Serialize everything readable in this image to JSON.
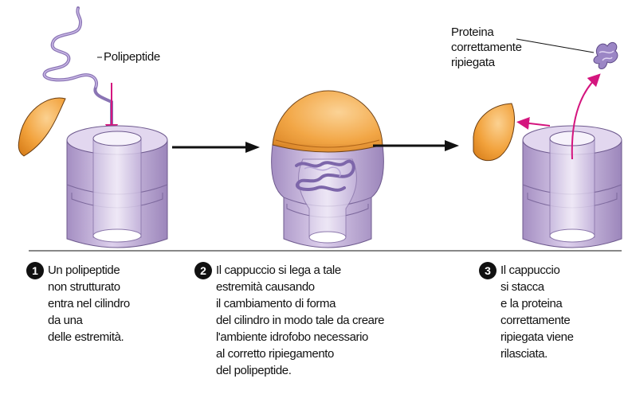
{
  "labels": {
    "polypeptide": "Polipeptide",
    "folded_protein": [
      "Proteina",
      "correttamente",
      "ripiegata"
    ]
  },
  "steps": [
    {
      "number": "1",
      "lines": [
        "Un polipeptide",
        "non strutturato",
        "entra nel cilindro",
        "da una",
        "delle estremità."
      ]
    },
    {
      "number": "2",
      "lines": [
        "Il cappuccio si lega a tale",
        "estremità causando",
        "il cambiamento di forma",
        "del cilindro in modo tale da creare",
        "l'ambiente idrofobo necessario",
        "al corretto ripiegamento",
        "del polipeptide."
      ]
    },
    {
      "number": "3",
      "lines": [
        "Il cappuccio",
        "si stacca",
        "e la proteina",
        "correttamente",
        "ripiegata viene",
        "rilasciata."
      ]
    }
  ],
  "colors": {
    "cylinder": "#c9b8dc",
    "cylinder_dark": "#9d86bb",
    "cap": "#f2a23c",
    "cap_light": "#f8c97f",
    "arrow_magenta": "#d4157e",
    "polypeptide": "#8a74b4"
  }
}
